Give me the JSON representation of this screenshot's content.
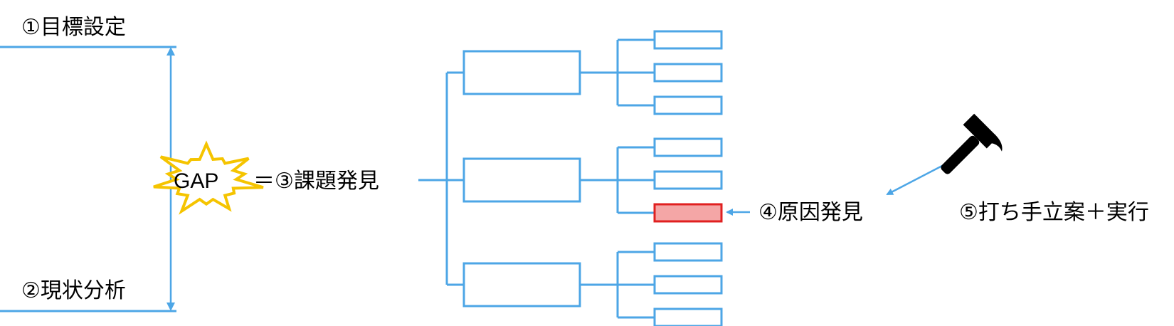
{
  "labels": {
    "goal": "①目標設定",
    "current": "②現状分析",
    "gap": "GAP",
    "issue": "＝③課題発見",
    "cause": "④原因発見",
    "action": "⑤打ち手立案＋実行"
  },
  "icons": {
    "burst": "starburst-icon",
    "hammer": "hammer-icon"
  },
  "tree": {
    "branches": [
      {
        "children": [
          "",
          "",
          ""
        ],
        "highlight_index": -1
      },
      {
        "children": [
          "",
          "",
          ""
        ],
        "highlight_index": 2
      },
      {
        "children": [
          "",
          "",
          ""
        ],
        "highlight_index": -1
      }
    ]
  },
  "colors": {
    "line": "#4da6e6",
    "burst_fill": "#ffffff",
    "burst_stroke": "#f5c400",
    "highlight_fill": "#f4a6a6",
    "highlight_stroke": "#e02020",
    "text": "#000000"
  }
}
